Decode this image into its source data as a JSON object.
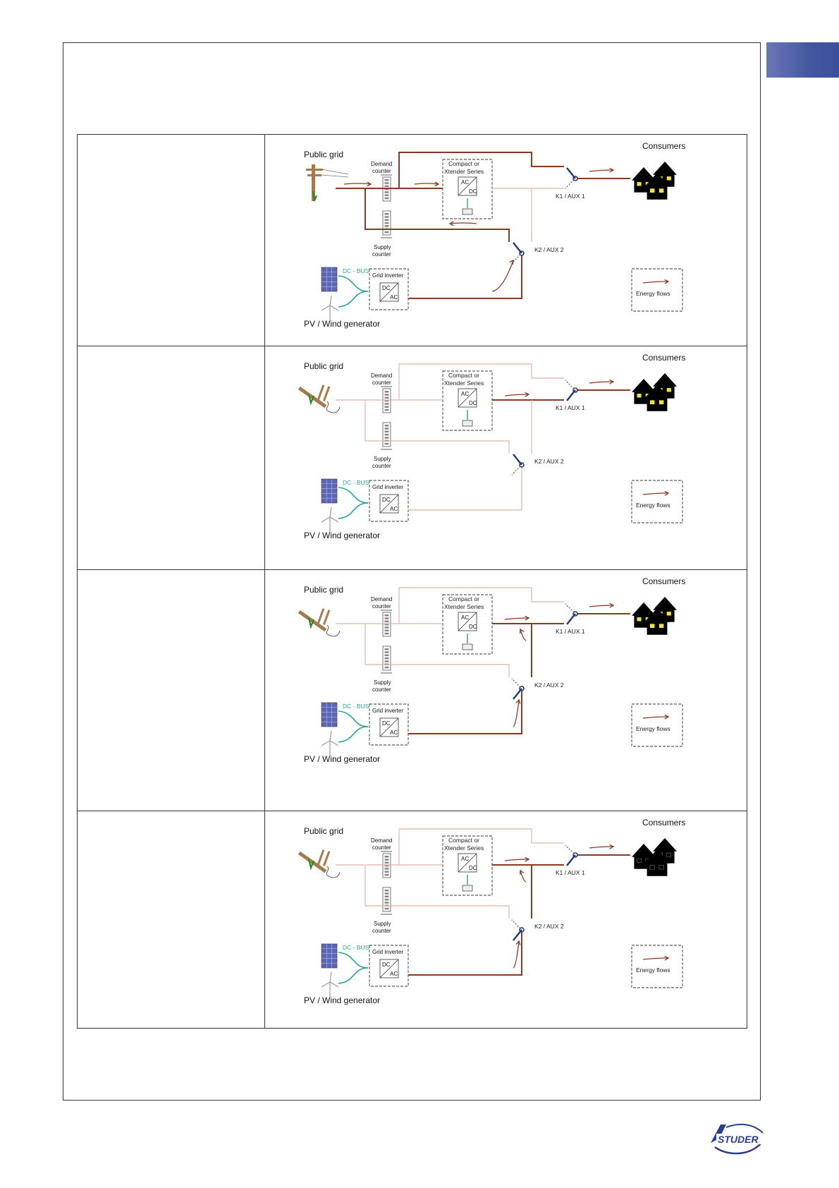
{
  "labels": {
    "public_grid": "Public grid",
    "consumers": "Consumers",
    "demand_counter_1": "Demand",
    "demand_counter_2": "counter",
    "supply_counter_1": "Supply",
    "supply_counter_2": "counter",
    "compact_1": "Compact or",
    "compact_2": "Xtender Series",
    "ac": "AC",
    "dc": "DC",
    "k1": "K1 / AUX 1",
    "k2": "K2 / AUX 2",
    "dc_bus": "DC - BUS",
    "grid_inverter": "Grid inverter",
    "energy_flows": "Energy flows",
    "pv_wind": "PV / Wind generator"
  },
  "logo_text": "STUDER",
  "colors": {
    "active_flow": "#8b3a22",
    "inactive_line": "#e0b5a8",
    "switch": "#1f3a73",
    "dc_bus": "#2aa39a",
    "house_window_on": "#f2e33a",
    "brand_tab": "#4356a0"
  },
  "scenarios": [
    {
      "id": 1,
      "grid": "available",
      "k1": "grid",
      "k2": "supply_counter",
      "lights": true
    },
    {
      "id": 2,
      "grid": "failure",
      "k1": "inverter",
      "k2": "supply_counter",
      "lights": true
    },
    {
      "id": 3,
      "grid": "failure",
      "k1": "inverter",
      "k2": "inverter",
      "lights": true
    },
    {
      "id": 4,
      "grid": "failure",
      "k1": "inverter",
      "k2": "inverter",
      "lights": false
    }
  ]
}
